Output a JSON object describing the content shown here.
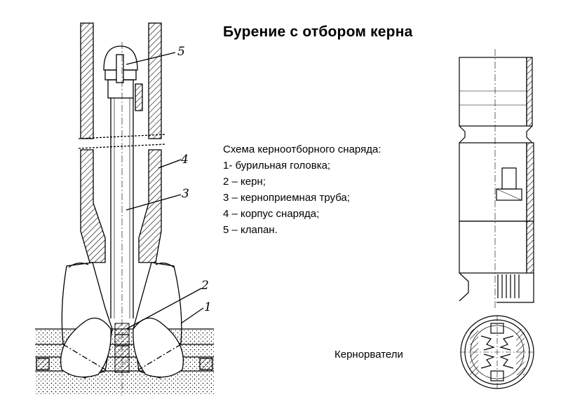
{
  "title": "Бурение с отбором керна",
  "legend": {
    "heading": "Схема керноотборного снаряда:",
    "items": [
      "1- бурильная головка;",
      "2 – керн;",
      "3 – керноприемная труба;",
      "4 – корпус снаряда;",
      "5 – клапан."
    ]
  },
  "callouts": [
    "1",
    "2",
    "3",
    "4",
    "5"
  ],
  "caption": "Кернорватели"
}
